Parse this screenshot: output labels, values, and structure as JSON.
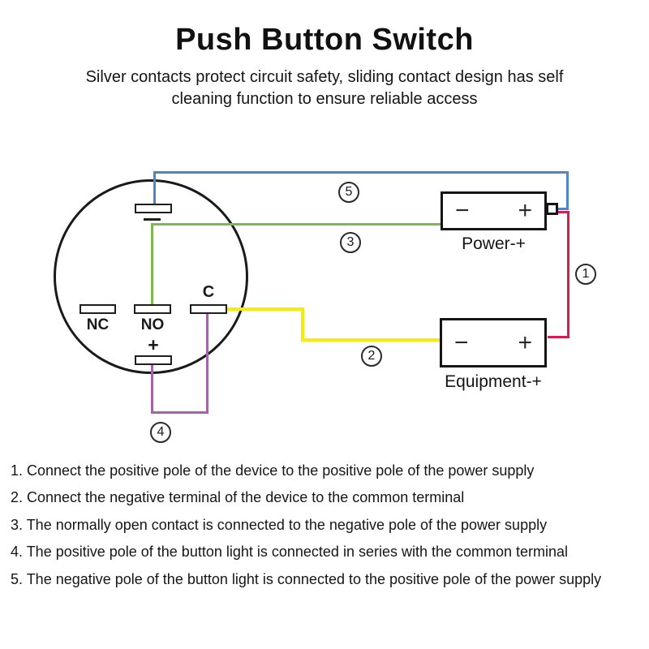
{
  "header": {
    "title": "Push Button Switch",
    "subtitle_line1": "Silver contacts protect circuit safety, sliding contact design has self",
    "subtitle_line2": "cleaning function to ensure reliable access"
  },
  "diagram": {
    "switch": {
      "terminal_labels": {
        "nc": "NC",
        "no": "NO",
        "c": "C",
        "led_plus": "+"
      }
    },
    "power_box": {
      "minus": "−",
      "plus": "+",
      "label": "Power-+"
    },
    "equipment_box": {
      "minus": "−",
      "plus": "+",
      "label": "Equipment-+"
    },
    "wire_numbers": {
      "n1": "1",
      "n2": "2",
      "n3": "3",
      "n4": "4",
      "n5": "5"
    },
    "wire_colors": {
      "wire_1_red": "#d41d52",
      "wire_2_yellow": "#f5ec0a",
      "wire_3_green": "#7db84f",
      "wire_4_purple": "#a664a8",
      "wire_5_blue": "#4e86c6"
    }
  },
  "instructions": {
    "items": [
      "1. Connect the positive pole of the device to the positive pole of the power supply",
      "2. Connect the negative terminal of the device to the common terminal",
      "3. The normally open contact is connected to the negative pole of the power supply",
      "4. The positive pole of the button light is connected in series with the common terminal",
      "5. The negative pole of the button light is connected to the positive pole of the power supply"
    ]
  }
}
